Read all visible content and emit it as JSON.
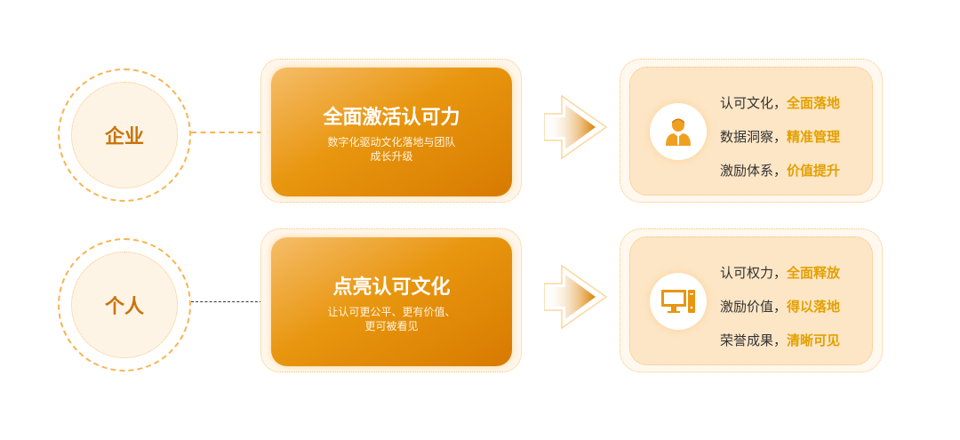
{
  "rows": [
    {
      "label": "企业",
      "title": "全面激活认可力",
      "subtitle": "数字化驱动文化落地与团队成长升级",
      "icon": "person-icon",
      "points": [
        {
          "text": "认可文化，",
          "highlight": "全面落地"
        },
        {
          "text": "数据洞察，",
          "highlight": "精准管理"
        },
        {
          "text": "激励体系，",
          "highlight": "价值提升"
        }
      ]
    },
    {
      "label": "个人",
      "title": "点亮认可文化",
      "subtitle": "让认可更公平、更有价值、更可被看见",
      "icon": "computer-icon",
      "points": [
        {
          "text": "认可权力，",
          "highlight": "全面释放"
        },
        {
          "text": "激励价值，",
          "highlight": "得以落地"
        },
        {
          "text": "荣誉成果，",
          "highlight": "清晰可见"
        }
      ]
    }
  ],
  "colors": {
    "accent": "#e8960f",
    "highlight": "#e3a000",
    "label": "#c9730a"
  }
}
